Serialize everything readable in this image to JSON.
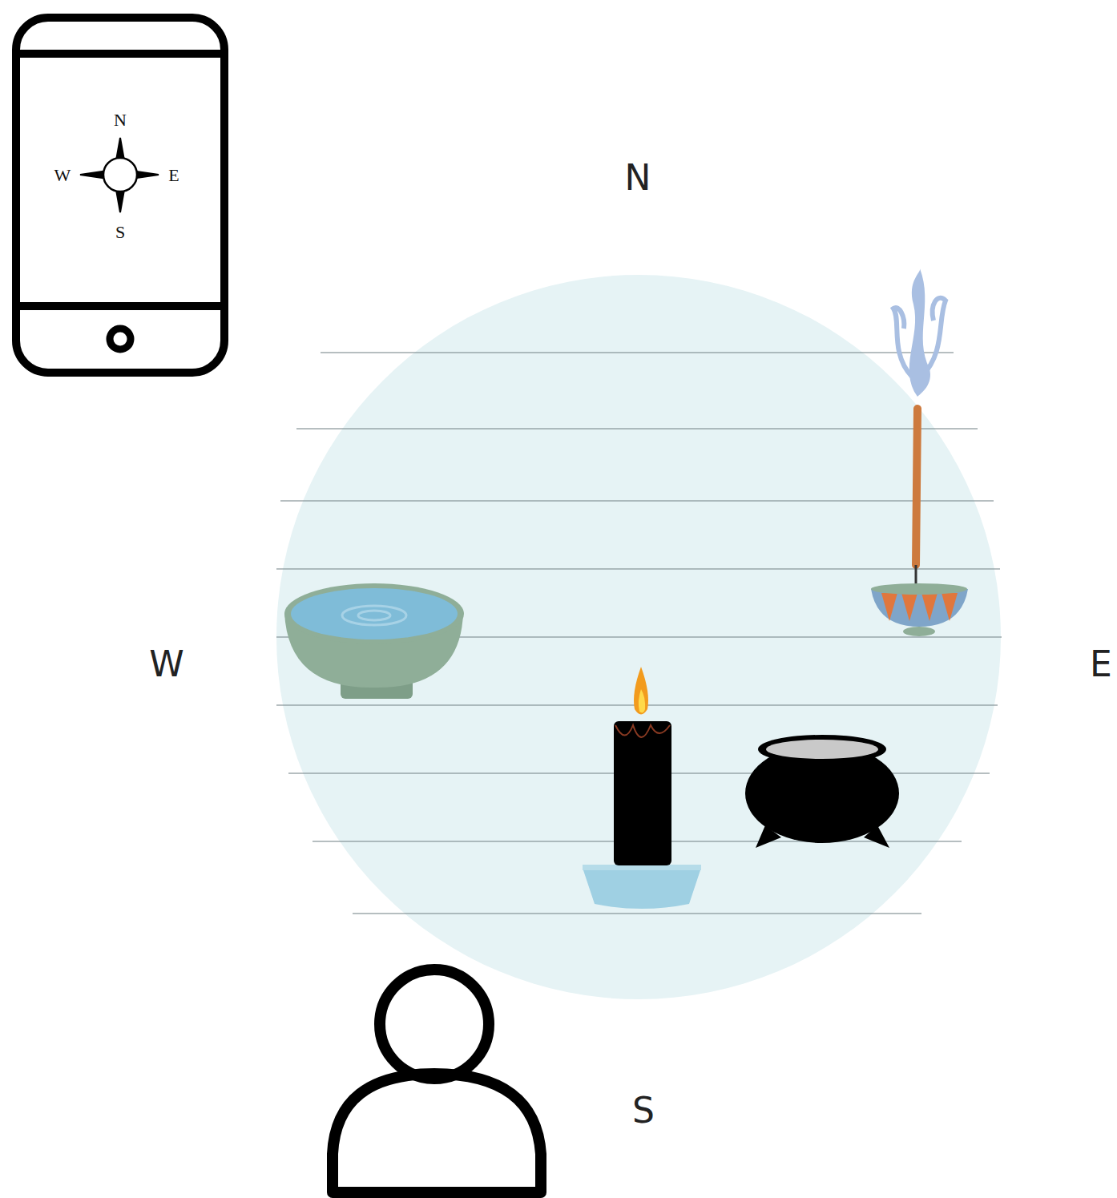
{
  "diagram": {
    "labels": [
      "N",
      "W",
      "E",
      "S",
      "N",
      "W",
      "E",
      "S"
    ]
  }
}
